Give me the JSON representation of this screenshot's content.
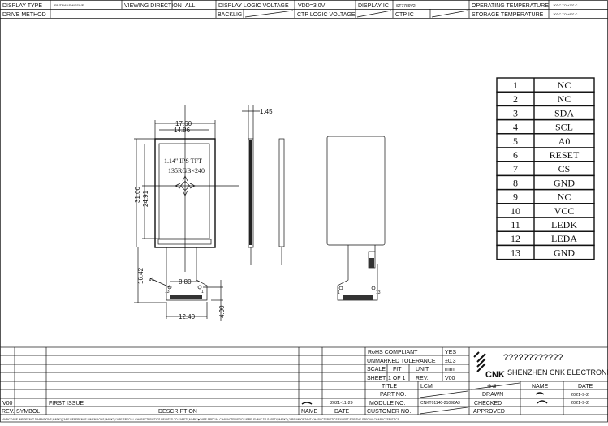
{
  "header": {
    "display_type_label": "DISPLAY TYPE",
    "display_type": "IPS/TRANSMISSIVE",
    "viewing_direction_label": "VIEWING DIRECTION",
    "viewing_direction": "ALL",
    "display_logic_voltage_label": "DISPLAY LOGIC VOLTAGE",
    "display_logic_voltage": "VDD=3.0V",
    "display_ic_label": "DISPLAY IC",
    "display_ic": "ST7789V2",
    "operating_temp_label": "OPERATING TEMPERATURE",
    "operating_temp": "-20° C TO +70° C",
    "drive_method_label": "DRIVE METHOD",
    "backlight_label": "BACKLIG",
    "ctp_logic_voltage_label": "CTP LOGIC VOLTAGE",
    "ctp_ic_label": "CTP IC",
    "storage_temp_label": "STORAGE TEMPERATURE",
    "storage_temp": "-30° C TO +80° C"
  },
  "drawing": {
    "lcd_text_1": "1.14\" IPS TFT",
    "lcd_text_2": "135RGB×240",
    "dims": {
      "outer_width": "17.60",
      "active_width": "14.86",
      "outer_height": "31.00",
      "active_height": "24.91",
      "thickness": "1.45",
      "fpc_length": "16.42",
      "hole_pitch": "8.80",
      "fpc_width": "12.40",
      "fpc_tail": "4.00",
      "hole_dia": "ø1"
    },
    "pin_markers": {
      "front_left": "13",
      "front_right": "1",
      "back_left": "1",
      "back_right": "13"
    }
  },
  "pins": [
    {
      "no": "1",
      "name": "NC"
    },
    {
      "no": "2",
      "name": "NC"
    },
    {
      "no": "3",
      "name": "SDA"
    },
    {
      "no": "4",
      "name": "SCL"
    },
    {
      "no": "5",
      "name": "A0"
    },
    {
      "no": "6",
      "name": "RESET"
    },
    {
      "no": "7",
      "name": "CS"
    },
    {
      "no": "8",
      "name": "GND"
    },
    {
      "no": "9",
      "name": "NC"
    },
    {
      "no": "10",
      "name": "VCC"
    },
    {
      "no": "11",
      "name": "LEDK"
    },
    {
      "no": "12",
      "name": "LEDA"
    },
    {
      "no": "13",
      "name": "GND"
    }
  ],
  "title_block": {
    "rohs_label": "RoHS COMPLIANT",
    "rohs": "YES",
    "tolerance_label": "UNMARKED TOLERANCE",
    "tolerance": "±0.3",
    "scale_label": "SCALE",
    "scale": "FIT",
    "unit_label": "UNIT",
    "unit": "mm",
    "sheet_label": "SHEET",
    "sheet": "1  OF  1",
    "rev_label": "REV.",
    "rev": "V00",
    "company_cn": "????????????",
    "company": "SHENZHEN CNK ELECTRONIC CO., LTD.",
    "logo": "CNK",
    "title_label": "TITLE",
    "title": "LCM",
    "part_no_label": "PART NO.",
    "module_no_label": "MODULE NO.",
    "module_no": "CNKT01140-21098A3",
    "customer_no_label": "CUSTOMER NO.",
    "projection_symbol": "⊕⋐",
    "name_label": "NAME",
    "date_label": "DATE",
    "drawn_label": "DRAWN",
    "drawn_date": "2021-9-2",
    "checked_label": "CHECKED",
    "checked_date": "2021-9-2",
    "approved_label": "APPROVED"
  },
  "revision": {
    "rev": "V00",
    "description": "FIRST ISSUE",
    "date": "2021-11-29",
    "rev_header": "REV.",
    "symbol_header": "SYMBOL",
    "description_header": "DESCRIPTION",
    "name_header": "NAME",
    "date_header": "DATE"
  },
  "note": "MARK\"*\"ARE IMPORTANT DIMENSIONS,MARK\"()\"ARE REFERENCE DIMENSIONS,MARK\"◇\"ARE SPECIAL CHARACTERISTICS RELATED TO SAFETY,MARK\"◆\" ARE SPECIAL CHARACTERISTICS IRRELEVANT TO SAFETY,MARK\"△\"ARE IMPORTANT CHARACTERISTICS EXCEPT FOR THE SPECIAL CHARACTERISTICS."
}
